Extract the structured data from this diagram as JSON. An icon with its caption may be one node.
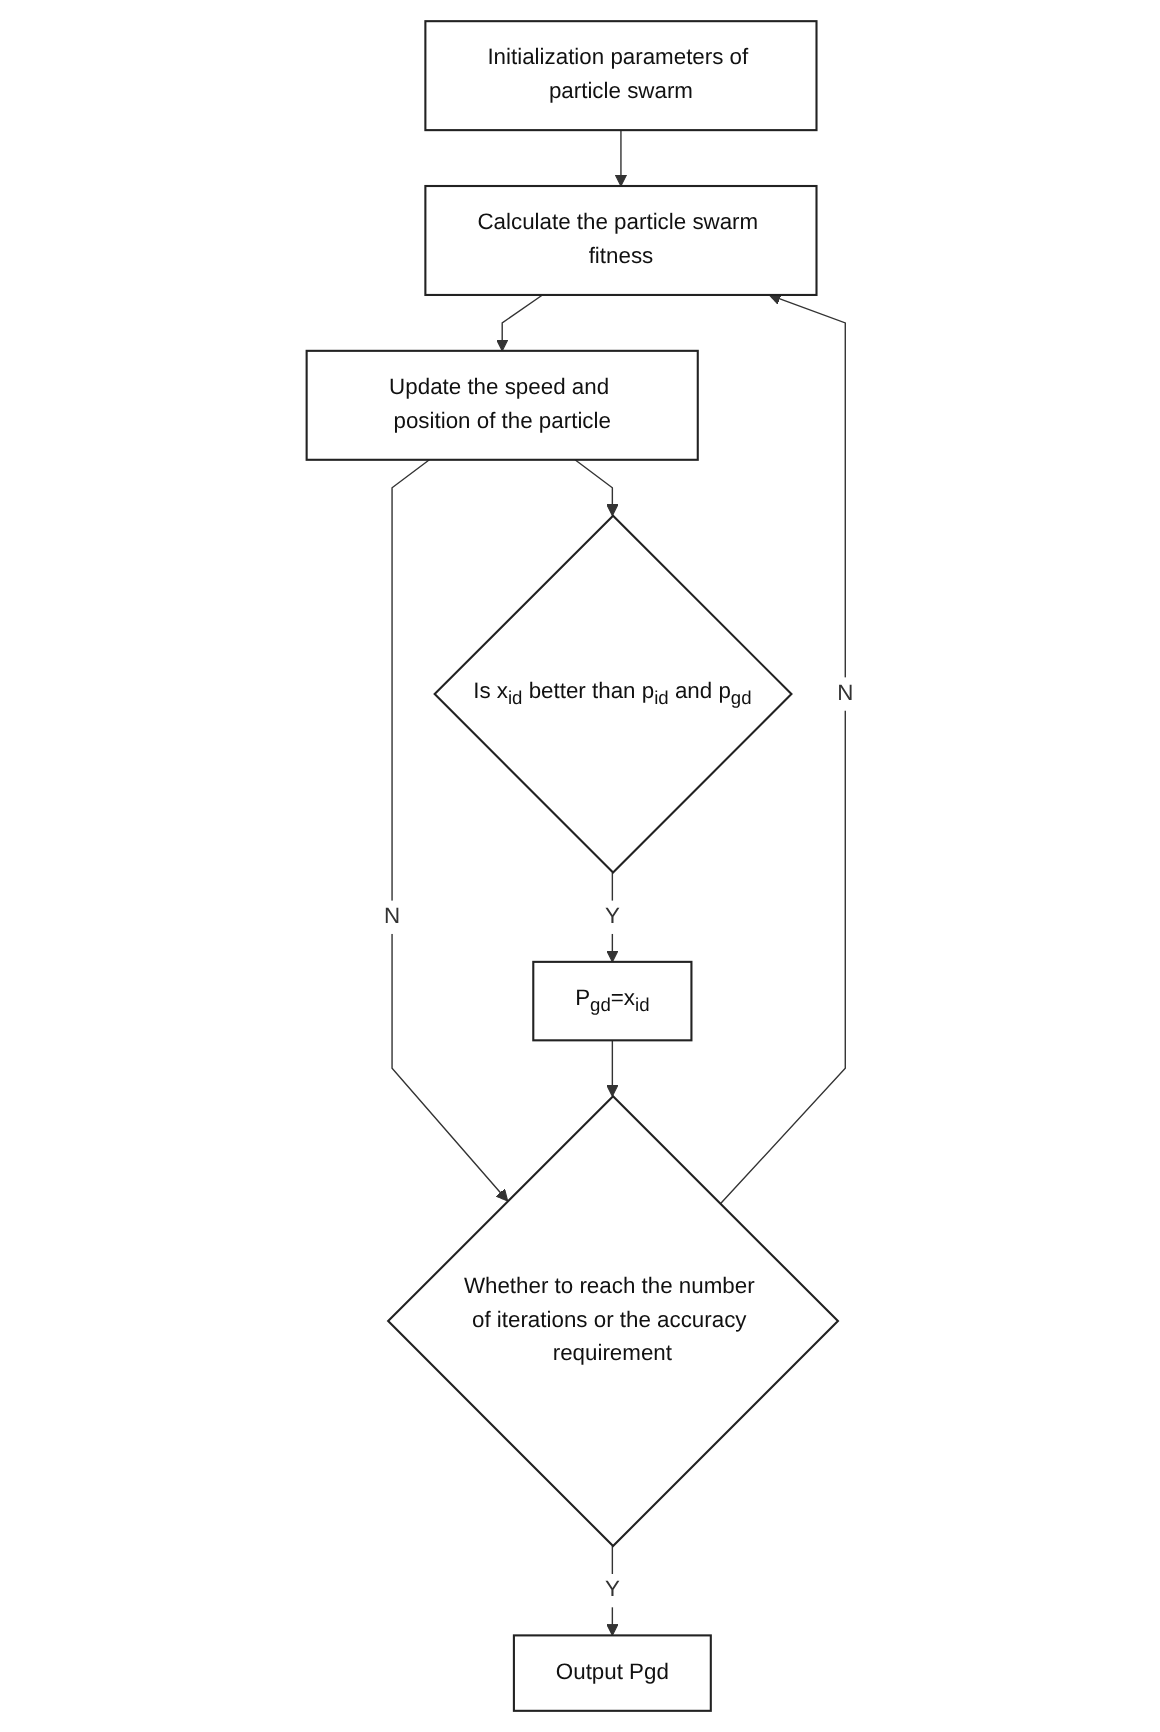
{
  "diagram": {
    "nodes": [
      {
        "text": [
          "Initialization parameters of particle swarm"
        ]
      },
      {
        "text": [
          "Calculate the particle swarm fitness"
        ]
      },
      {
        "text": [
          "Update the speed and position of the particle"
        ]
      },
      {
        "text": [
          "Is x$_{id}$ better than p$_{id}$ and p$_{gd}$"
        ]
      },
      {
        "text": [
          "P$_{gd}$=x$_{id}$"
        ]
      },
      {
        "text": [
          "Whether to reach the number of iterations or the accuracy requirement"
        ]
      },
      {
        "text": [
          "Output Pgd"
        ]
      }
    ],
    "edges": [
      {
        "from": 0,
        "to": 1,
        "arrow": "to"
      },
      {
        "from": 1,
        "to": 2,
        "arrow": "to"
      },
      {
        "from": 2,
        "to": 3,
        "arrow": "to"
      },
      {
        "from": 3,
        "to": 4,
        "arrow": "to",
        "label": "Y"
      },
      {
        "from": 2,
        "to": 5,
        "arrow": "to",
        "label": "N"
      },
      {
        "from": 4,
        "to": 5,
        "arrow": "to"
      },
      {
        "from": 5,
        "to": 1,
        "arrow": "to",
        "label": "N"
      },
      {
        "from": 5,
        "to": 6,
        "arrow": "to",
        "label": "Y"
      }
    ]
  }
}
